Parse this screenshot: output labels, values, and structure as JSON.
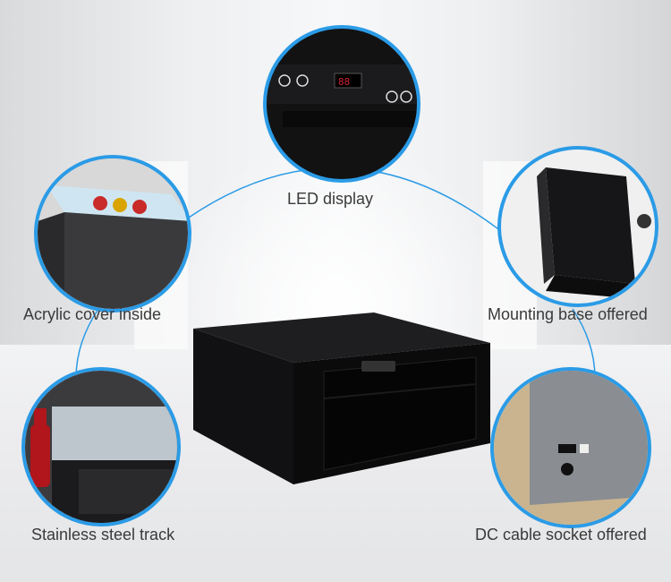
{
  "features": {
    "led_display": "LED display",
    "acrylic_cover": "Acrylic cover inside",
    "mounting_base": "Mounting base offered",
    "steel_track": "Stainless steel track",
    "dc_socket": "DC cable socket offered"
  },
  "accent_color": "#2b9be6"
}
